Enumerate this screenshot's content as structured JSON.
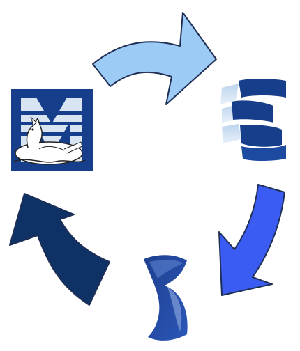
{
  "diagram": {
    "type": "cycle",
    "nodes": [
      {
        "id": "node-m-logo",
        "icon": "m-logo-with-reclining-dog"
      },
      {
        "id": "node-s-logo",
        "icon": "striped-s-logo"
      },
      {
        "id": "node-swoosh-logo",
        "icon": "blue-swoosh-logo"
      }
    ],
    "arrows": [
      {
        "from": "node-m-logo",
        "to": "node-s-logo",
        "color": "#9ccbf5"
      },
      {
        "from": "node-s-logo",
        "to": "node-swoosh-logo",
        "color": "#3b5cf2"
      },
      {
        "from": "node-swoosh-logo",
        "to": "node-m-logo",
        "color": "#0f3266"
      }
    ],
    "colors": {
      "arrow_light": "#9ccbf5",
      "arrow_medium": "#3b5cf2",
      "arrow_dark": "#0f3266",
      "arrow_outline": "#1f2f55",
      "logo_navy": "#173e8a",
      "logo_light": "#c7dbf0"
    }
  }
}
